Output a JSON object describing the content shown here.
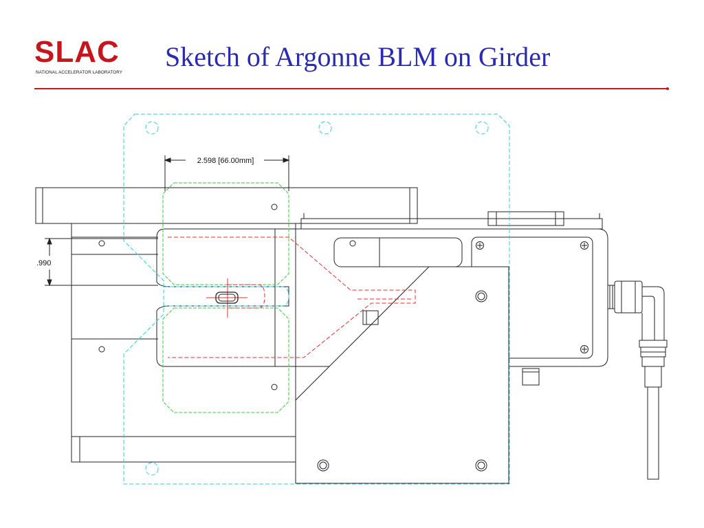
{
  "logo": {
    "word": "SLAC",
    "subtitle": "NATIONAL ACCELERATOR LABORATORY"
  },
  "slide": {
    "title": "Sketch of Argonne BLM on Girder"
  },
  "drawing": {
    "dimension_width": "2.598 [66.00mm]",
    "dimension_height": ".990"
  },
  "colors": {
    "brand_red": "#c4161c",
    "title_blue": "#2b2bb0",
    "outline_cyan": "#37c8d8",
    "outline_green": "#42c442",
    "hidden_red": "#e03030",
    "linework": "#222222"
  }
}
